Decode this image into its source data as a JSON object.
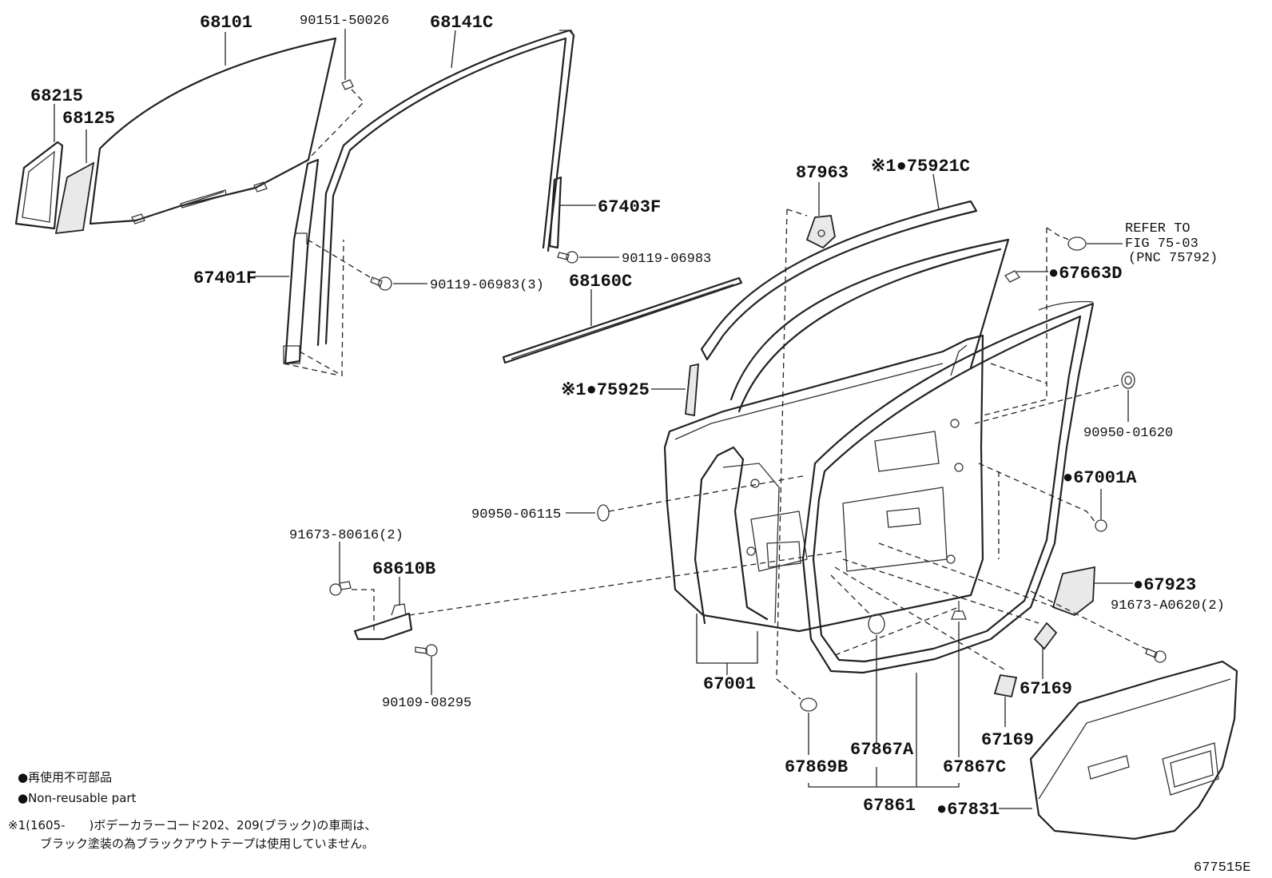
{
  "labels": {
    "p68101": "68101",
    "p90151": "90151-50026",
    "p68141c": "68141C",
    "p68215": "68215",
    "p68125": "68125",
    "p87963": "87963",
    "p75921c": "※1●75921C",
    "p67403f": "67403F",
    "p90119a": "90119-06983",
    "p67401f": "67401F",
    "p90119b": "90119-06983(3)",
    "p68160c": "68160C",
    "refer1": "REFER TO",
    "refer2": "FIG 75-03",
    "refer3": "(PNC 75792)",
    "p67663d": "●67663D",
    "p75925": "※1●75925",
    "p90950a": "90950-01620",
    "p67001a": "●67001A",
    "p90950b": "90950-06115",
    "p91673a": "91673-80616(2)",
    "p68610b": "68610B",
    "p67923": "●67923",
    "p91673b": "91673-A0620(2)",
    "p90109": "90109-08295",
    "p67001": "67001",
    "p67169a": "67169",
    "p67169b": "67169",
    "p67867a": "67867A",
    "p67869b": "67869B",
    "p67867c": "67867C",
    "p67861": "67861",
    "p67831": "●67831"
  },
  "legend": {
    "line1": "●再使用不可部品",
    "line2": "●Non-reusable part",
    "note1": "※1(1605-　　)ボデーカラーコード202、209(ブラック)の車両は、",
    "note2": "ブラック塗装の為ブラックアウトテープは使用していません。"
  },
  "figure_id": "677515E"
}
